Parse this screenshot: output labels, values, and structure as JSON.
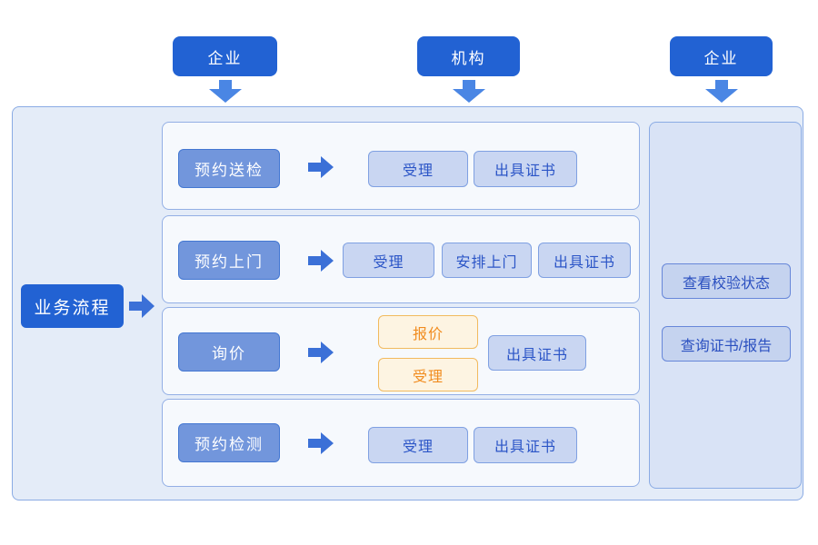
{
  "colors": {
    "primary_blue": "#2262d3",
    "header_arrow_blue": "#4a86e4",
    "row_arrow_blue": "#3b70d7",
    "name_button_fill": "#7296dc",
    "name_button_border": "#4377d2",
    "chip_fill": "#c9d6f2",
    "chip_border": "#7fa0e2",
    "chip_text": "#2b55c7",
    "orange_fill": "#fdf4e2",
    "orange_border": "#f2ba5e",
    "orange_text": "#f18c1f",
    "board_fill": "#e4ecf8",
    "board_border": "#8aabe4",
    "row_fill": "#f6f9fd",
    "panel_fill": "#d9e3f6",
    "panel_button_fill": "#c5d3ef",
    "panel_button_text": "#2b50c0"
  },
  "header": {
    "actors": [
      {
        "label": "企业"
      },
      {
        "label": "机构"
      },
      {
        "label": "企业"
      }
    ]
  },
  "flow": {
    "label": "业务流程"
  },
  "rows": [
    {
      "name": "预约送检",
      "steps": [
        "受理",
        "出具证书"
      ]
    },
    {
      "name": "预约上门",
      "steps": [
        "受理",
        "安排上门",
        "出具证书"
      ]
    },
    {
      "name": "询价",
      "quote_steps": [
        "报价",
        "受理"
      ],
      "steps": [
        "出具证书"
      ]
    },
    {
      "name": "预约检测",
      "steps": [
        "受理",
        "出具证书"
      ]
    }
  ],
  "side_panel": {
    "buttons": [
      {
        "label": "查看校验状态"
      },
      {
        "label": "查询证书/报告"
      }
    ]
  }
}
